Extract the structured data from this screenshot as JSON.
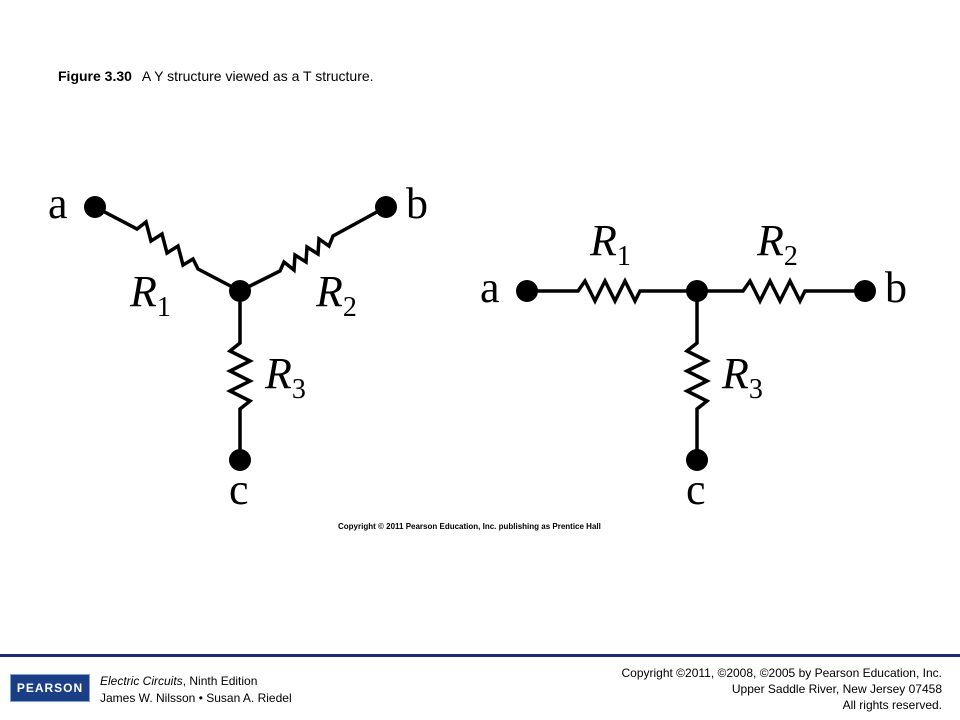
{
  "caption": {
    "number": "Figure 3.30",
    "text": "A Y structure viewed as a T structure."
  },
  "y_structure": {
    "nodes": [
      "a",
      "b",
      "c"
    ],
    "resistors": [
      {
        "letter": "R",
        "sub": "1"
      },
      {
        "letter": "R",
        "sub": "2"
      },
      {
        "letter": "R",
        "sub": "3"
      }
    ]
  },
  "t_structure": {
    "nodes": [
      "a",
      "b",
      "c"
    ],
    "resistors": [
      {
        "letter": "R",
        "sub": "1"
      },
      {
        "letter": "R",
        "sub": "2"
      },
      {
        "letter": "R",
        "sub": "3"
      }
    ]
  },
  "figure_copyright": "Copyright © 2011 Pearson Education, Inc. publishing as Prentice Hall",
  "footer": {
    "logo": "PEARSON",
    "book_title": "Electric Circuits",
    "book_edition": ", Ninth Edition",
    "authors": "James W. Nilsson • Susan A. Riedel",
    "copyright_line1": "Copyright ©2011, ©2008, ©2005 by Pearson Education, Inc.",
    "copyright_line2": "Upper Saddle River, New Jersey 07458",
    "copyright_line3": "All rights reserved."
  }
}
